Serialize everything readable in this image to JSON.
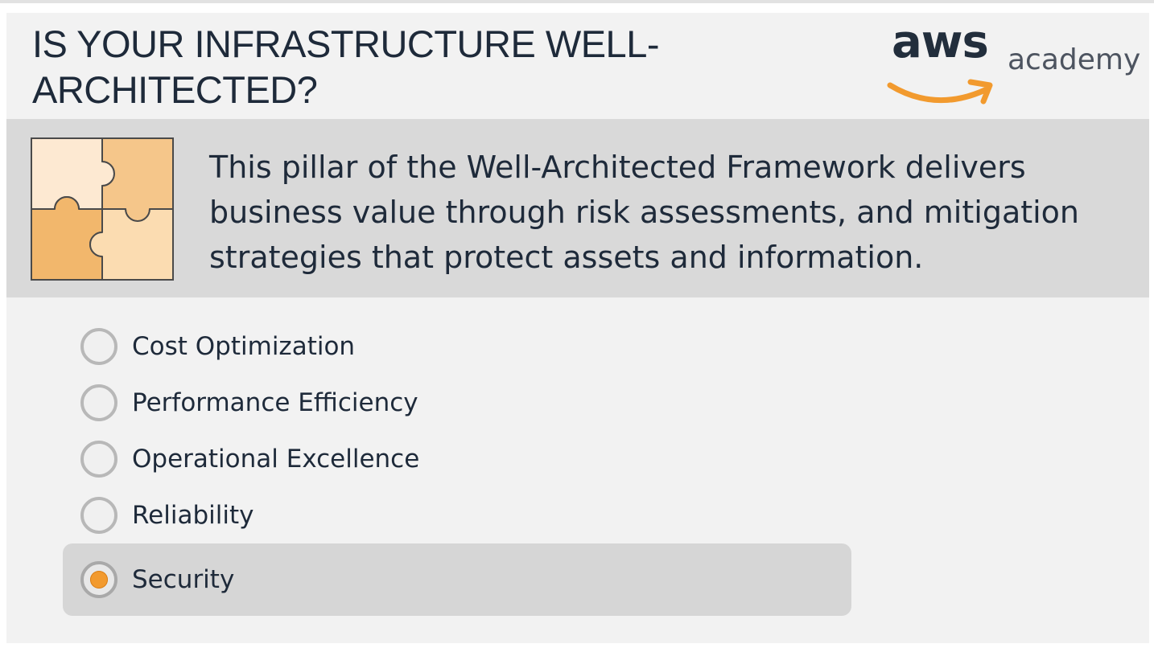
{
  "title": "IS YOUR INFRASTRUCTURE WELL-ARCHITECTED?",
  "logo": {
    "brand": "aws",
    "product": "academy",
    "smile_color": "#f29a2e"
  },
  "question": {
    "icon": "puzzle-icon",
    "text": "This pillar of the Well-Architected Framework delivers business value through risk assessments, and mitigation strategies that protect assets and information."
  },
  "options": [
    {
      "label": "Cost Optimization",
      "selected": false
    },
    {
      "label": "Performance Efficiency",
      "selected": false
    },
    {
      "label": "Operational Excellence",
      "selected": false
    },
    {
      "label": "Reliability",
      "selected": false
    },
    {
      "label": "Security",
      "selected": true
    }
  ],
  "colors": {
    "text": "#1e2a3a",
    "band": "#d9d9d9",
    "background": "#f2f2f2",
    "accent": "#f29a2e"
  }
}
